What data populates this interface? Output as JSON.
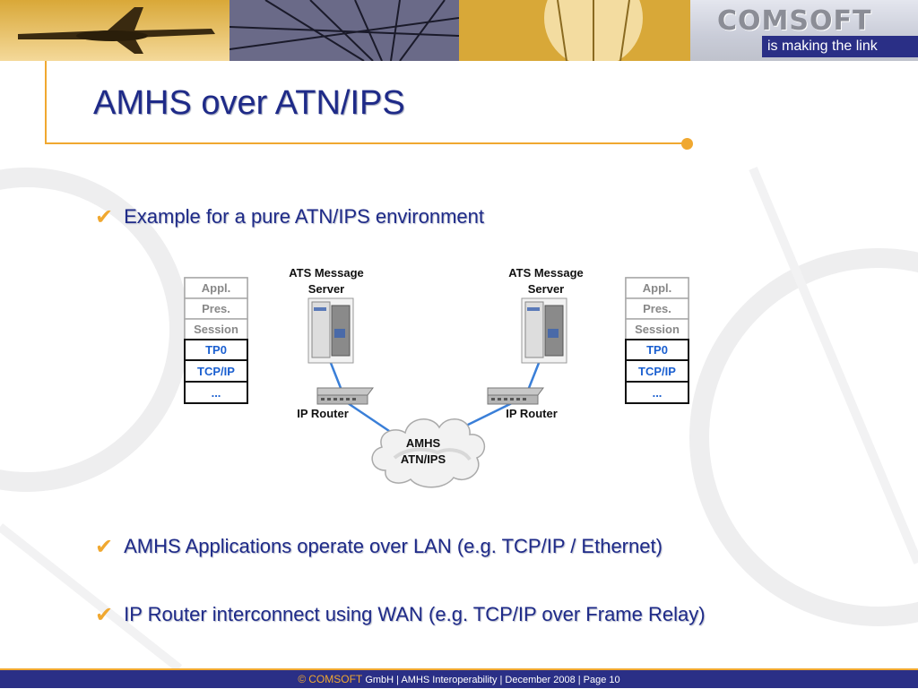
{
  "header": {
    "logo_name": "COMSOFT",
    "logo_tagline": "is making the link",
    "banner_images": [
      "airplane-photo",
      "radar-antenna-photo",
      "tower-photo",
      "runway-photo"
    ]
  },
  "slide": {
    "title": "AMHS over ATN/IPS",
    "bullets": [
      "Example for a pure ATN/IPS environment",
      "AMHS Applications operate over LAN (e.g. TCP/IP / Ethernet)",
      "IP Router interconnect using WAN (e.g. TCP/IP over Frame Relay)"
    ]
  },
  "diagram": {
    "left_stack": [
      "Appl.",
      "Pres.",
      "Session",
      "TP0",
      "TCP/IP",
      "..."
    ],
    "right_stack": [
      "Appl.",
      "Pres.",
      "Session",
      "TP0",
      "TCP/IP",
      "..."
    ],
    "server_left_label": [
      "ATS Message",
      "Server"
    ],
    "server_right_label": [
      "ATS Message",
      "Server"
    ],
    "router_left_label": "IP Router",
    "router_right_label": "IP Router",
    "cloud_label": [
      "AMHS",
      "ATN/IPS"
    ]
  },
  "footer": {
    "copyright": "©",
    "brand": "COMSOFT",
    "text": "GmbH | AMHS Interoperability | December 2008 | Page 10"
  },
  "colors": {
    "navy": "#1e2a88",
    "accent": "#f0a830",
    "stack_active_text": "#1a5fd0",
    "stack_inactive_text": "#888888"
  }
}
